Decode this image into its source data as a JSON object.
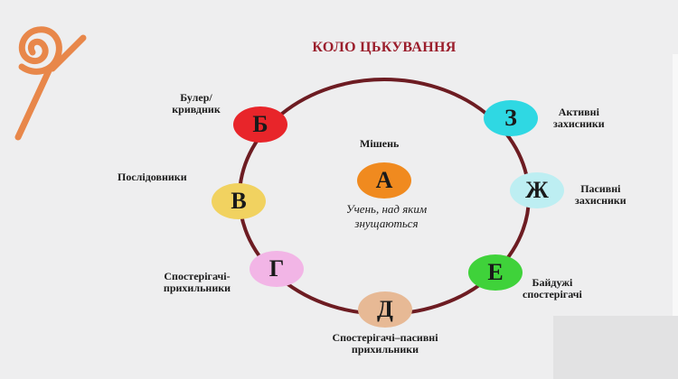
{
  "title": "КОЛО ЦЬКУВАННЯ",
  "colors": {
    "background": "#eeeeef",
    "title": "#9b1e2c",
    "ring": "#6d1c22",
    "logo": "#e8874a"
  },
  "center": {
    "caption_top": "Мішень",
    "node": {
      "letter": "А",
      "color": "#f08a1f"
    },
    "caption_bottom": "Учень, над яким\nзнущаються"
  },
  "nodes": [
    {
      "id": "b",
      "letter": "Б",
      "color": "#e8252a",
      "label": "Булер/\nкривдник"
    },
    {
      "id": "v",
      "letter": "В",
      "color": "#f1d260",
      "label": "Послідовники"
    },
    {
      "id": "h",
      "letter": "Г",
      "color": "#f2b5e6",
      "label": "Спостерігачі-\nприхильники"
    },
    {
      "id": "d",
      "letter": "Д",
      "color": "#e7b995",
      "label": "Спостерігачі–пасивні\nприхильники"
    },
    {
      "id": "e",
      "letter": "Е",
      "color": "#3fd23a",
      "label": "Байдужі\nспостерігачі"
    },
    {
      "id": "zh",
      "letter": "Ж",
      "color": "#bdeef2",
      "label": "Пасивні\nзахисники"
    },
    {
      "id": "z",
      "letter": "З",
      "color": "#2fd8e3",
      "label": "Активні\nзахисники"
    }
  ]
}
